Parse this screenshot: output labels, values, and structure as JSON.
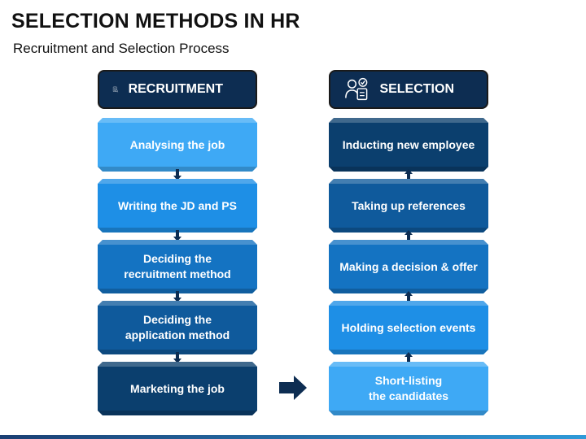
{
  "title": "SELECTION METHODS IN HR",
  "subtitle": "Recruitment and Selection Process",
  "recruitment": {
    "header": "RECRUITMENT",
    "icon": "candidate-profile-icon",
    "steps": [
      {
        "label": "Analysing the job",
        "color": "#3ea9f5"
      },
      {
        "label": "Writing the JD and PS",
        "color": "#1e8fe6"
      },
      {
        "label": "Deciding the\nrecruitment method",
        "color": "#1473c2"
      },
      {
        "label": "Deciding the\napplication method",
        "color": "#0f5a9c"
      },
      {
        "label": "Marketing the job",
        "color": "#0b3f6e"
      }
    ]
  },
  "selection": {
    "header": "SELECTION",
    "icon": "interviewer-check-icon",
    "steps": [
      {
        "label": "Inducting new employee",
        "color": "#0b3f6e"
      },
      {
        "label": "Taking up references",
        "color": "#0f5a9c"
      },
      {
        "label": "Making a decision & offer",
        "color": "#1473c2"
      },
      {
        "label": "Holding selection events",
        "color": "#1e8fe6"
      },
      {
        "label": "Short-listing\nthe candidates",
        "color": "#3ea9f5"
      }
    ]
  },
  "colors": {
    "header_bg": "#0d2d52",
    "arrow": "#0d2d52",
    "bottom_bar_start": "#1b3f73",
    "bottom_bar_end": "#2f9ad8"
  }
}
